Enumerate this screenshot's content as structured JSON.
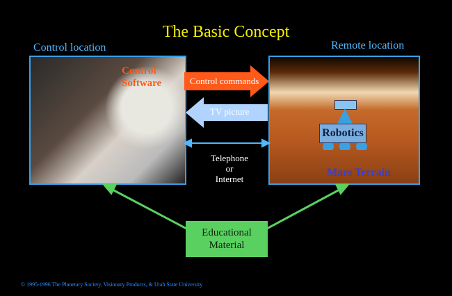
{
  "title": "The Basic Concept",
  "control_location": "Control location",
  "remote_location": "Remote location",
  "control_software": "Control Software",
  "control_commands": "Control commands",
  "tv_picture": "TV picture",
  "telephone": "Telephone",
  "or": "or",
  "internet": "Internet",
  "robotics": "Robotics",
  "mars_terrain": "Mars Terrain",
  "educational_material": "Educational Material",
  "copyright": "© 1995-1996 The Planetary Society, Visionary Products, & Utah State University"
}
